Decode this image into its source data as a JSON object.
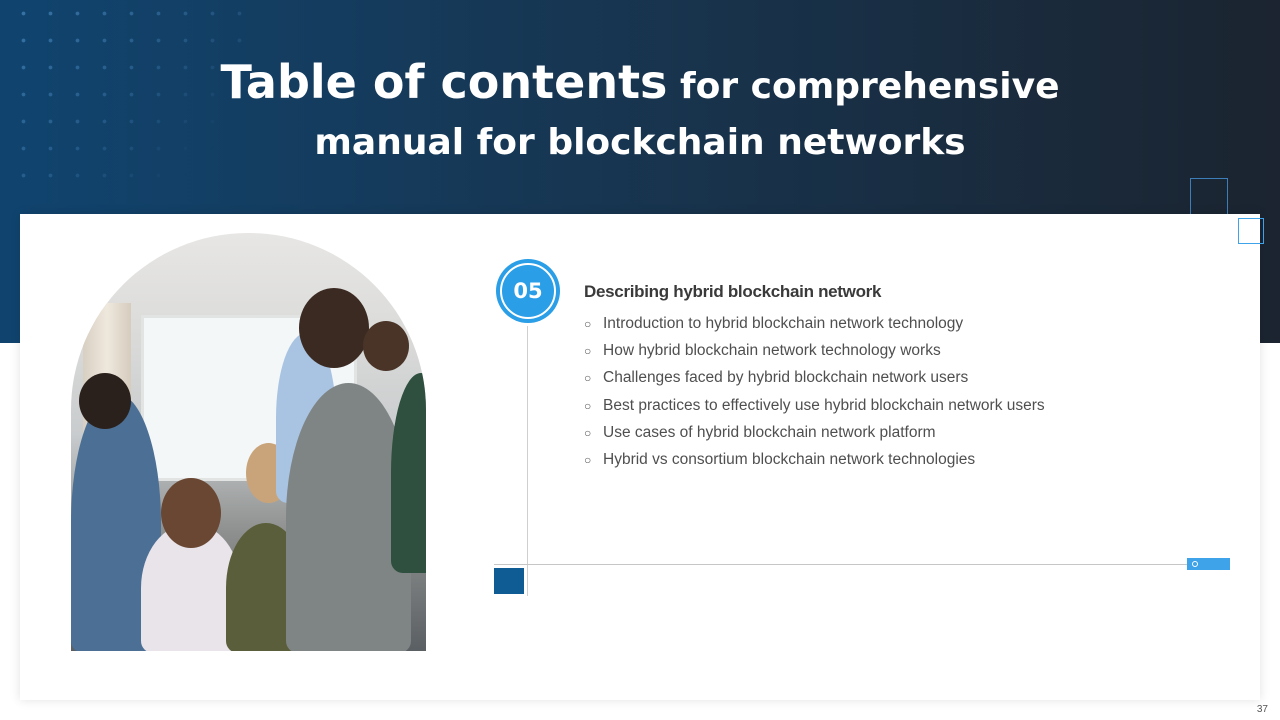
{
  "header": {
    "title_main": "Table of contents",
    "title_rest": "for comprehensive",
    "title_line2": "manual for blockchain networks"
  },
  "section": {
    "number": "05",
    "title": "Describing hybrid blockchain network",
    "items": [
      "Introduction  to hybrid blockchain network technology",
      "How hybrid blockchain network technology  works",
      "Challenges faced by hybrid blockchain network  users",
      "Best practices to effectively use hybrid blockchain network users",
      "Use cases of hybrid blockchain network  platform",
      "Hybrid vs consortium blockchain network technologies"
    ],
    "bullet_glyph": "○"
  },
  "footer": {
    "page_number": "37"
  },
  "colors": {
    "accent": "#2a9ee6",
    "dark_blue": "#0f5c94",
    "header_dark": "#1b2430"
  }
}
